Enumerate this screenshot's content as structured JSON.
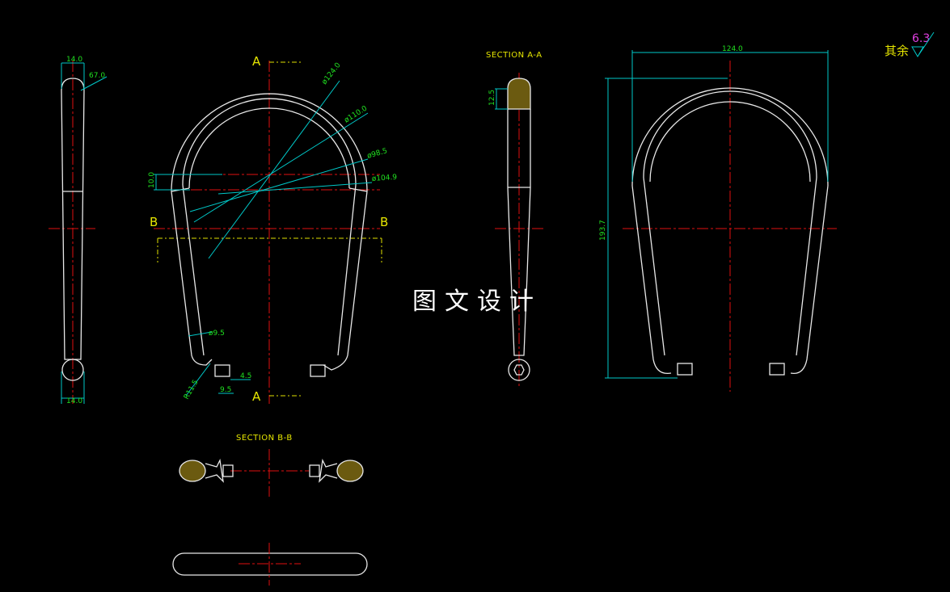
{
  "watermark": "图文设计",
  "section_labels": {
    "a": "SECTION A-A",
    "b": "SECTION B-B"
  },
  "cut_markers": {
    "a_top": "A",
    "a_bottom": "A",
    "b_left": "B",
    "b_right": "B"
  },
  "dimensions": {
    "side_top_width": "14.0",
    "side_radius": "67.0",
    "side_bottom_width": "14.0",
    "dia_124": "ø124.0",
    "dia_110": "ø110.0",
    "dia_98_5": "ø98.5",
    "dia_104_9": "ø104.9",
    "height_10": "10.0",
    "dia_9_5": "ø9.5",
    "dim_4_5": "4.5",
    "dim_9_5": "9.5",
    "radius_11_5": "R11.5",
    "section_a_12_5": "12.5",
    "overall_width": "124.0",
    "overall_height": "193.7"
  },
  "surface_finish": {
    "label": "其余",
    "value": "6.3"
  },
  "colors": {
    "background": "#000000",
    "outline": "#e8e8e8",
    "centerline": "#e01010",
    "dimension_line": "#00c8c8",
    "dimension_text": "#20e020",
    "section_text": "#e6e600",
    "finish_value": "#e040e0"
  }
}
